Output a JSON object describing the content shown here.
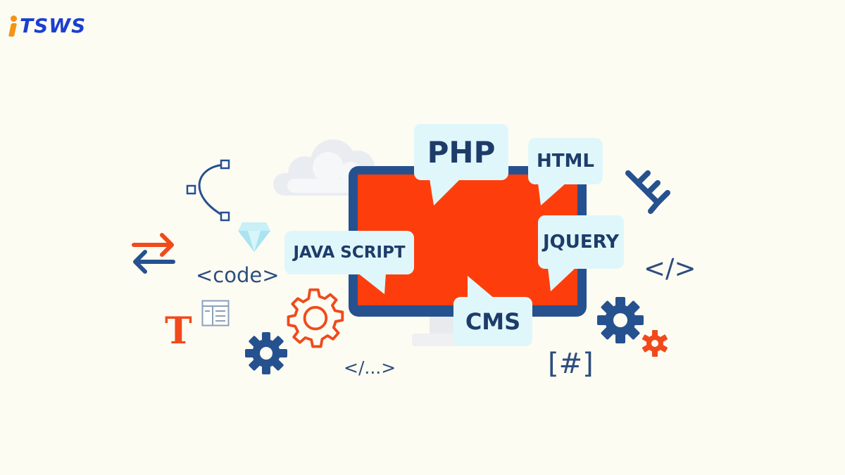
{
  "brand": {
    "logo_text": "TSWS",
    "accent": "#f39415",
    "primary": "#1b3fd1"
  },
  "bubbles": {
    "php": "PHP",
    "html": "HTML",
    "jquery": "JQUERY",
    "javascript": "JAVA SCRIPT",
    "cms": "CMS"
  },
  "labels": {
    "code_tag": "<code>",
    "close_tag": "</>",
    "ellipsis_tag": "</...>",
    "hash_tag": "[#]",
    "text_t": "T"
  },
  "icons": [
    "cloud-icon",
    "monitor-icon",
    "bezier-curve-icon",
    "diamond-icon",
    "swap-arrows-icon",
    "layout-icon",
    "gear-icon",
    "chain-link-icon"
  ],
  "colors": {
    "background": "#fdfcf3",
    "screen": "#fd3e0c",
    "monitor_frame": "#26518f",
    "bubble_bg": "#dff7fb",
    "bubble_text": "#1e3c6a",
    "navy": "#26518f",
    "orange": "#f04a1c"
  }
}
